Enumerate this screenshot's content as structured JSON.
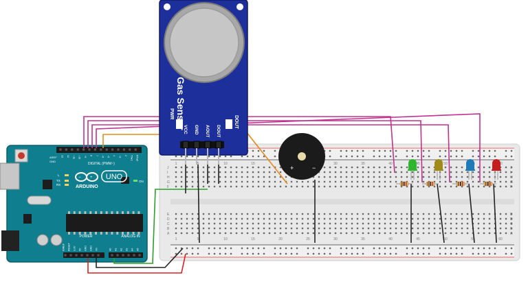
{
  "arduino": {
    "brand": "ARDUINO",
    "model": "UNO",
    "section_digital": "DIGITAL (PWM~)",
    "section_power": "POWER",
    "section_analog": "ANALOG IN",
    "led_on": "ON",
    "led_tx": "TX",
    "led_rx": "RX",
    "led_l": "L",
    "pin_aref": "AREF",
    "pin_gnd": "GND",
    "pins_digital": [
      "13",
      "12",
      "~11",
      "~10",
      "~9",
      "8",
      "7",
      "~6",
      "~5",
      "4",
      "~3",
      "2",
      "TX▸1",
      "RX◂0"
    ],
    "pins_power": [
      "IOREF",
      "RESET",
      "3.3V",
      "5V",
      "GND",
      "GND",
      "Vin"
    ],
    "pins_analog": [
      "A0",
      "A1",
      "A2",
      "A3",
      "A4",
      "A5"
    ]
  },
  "gas_sensor": {
    "title": "Gas Sensor",
    "pwr_label": "PWR",
    "dout_label": "DOUT",
    "pins": [
      "VCC",
      "GND",
      "AOUT",
      "DOUT"
    ]
  },
  "buzzer": {
    "plus": "+",
    "minus": "−"
  },
  "breadboard": {
    "row_letters": [
      "A",
      "B",
      "C",
      "D",
      "E",
      "F",
      "G",
      "H",
      "I",
      "J"
    ],
    "col_numbers": [
      "1",
      "5",
      "10",
      "15",
      "20",
      "25",
      "30",
      "35",
      "40",
      "45",
      "50",
      "55",
      "60"
    ]
  },
  "leds": {
    "colors": [
      "#2fb52f",
      "#a08a1a",
      "#1f7ab8",
      "#c41e1e"
    ]
  },
  "colors": {
    "board_blue": "#0f7e8e",
    "sensor_blue": "#1d2f9a",
    "breadboard": "#ececec",
    "wire_magenta": "#c0318f",
    "wire_orange": "#e58a1c",
    "wire_red": "#d82020",
    "wire_green": "#2aa02a",
    "wire_black": "#222222"
  }
}
